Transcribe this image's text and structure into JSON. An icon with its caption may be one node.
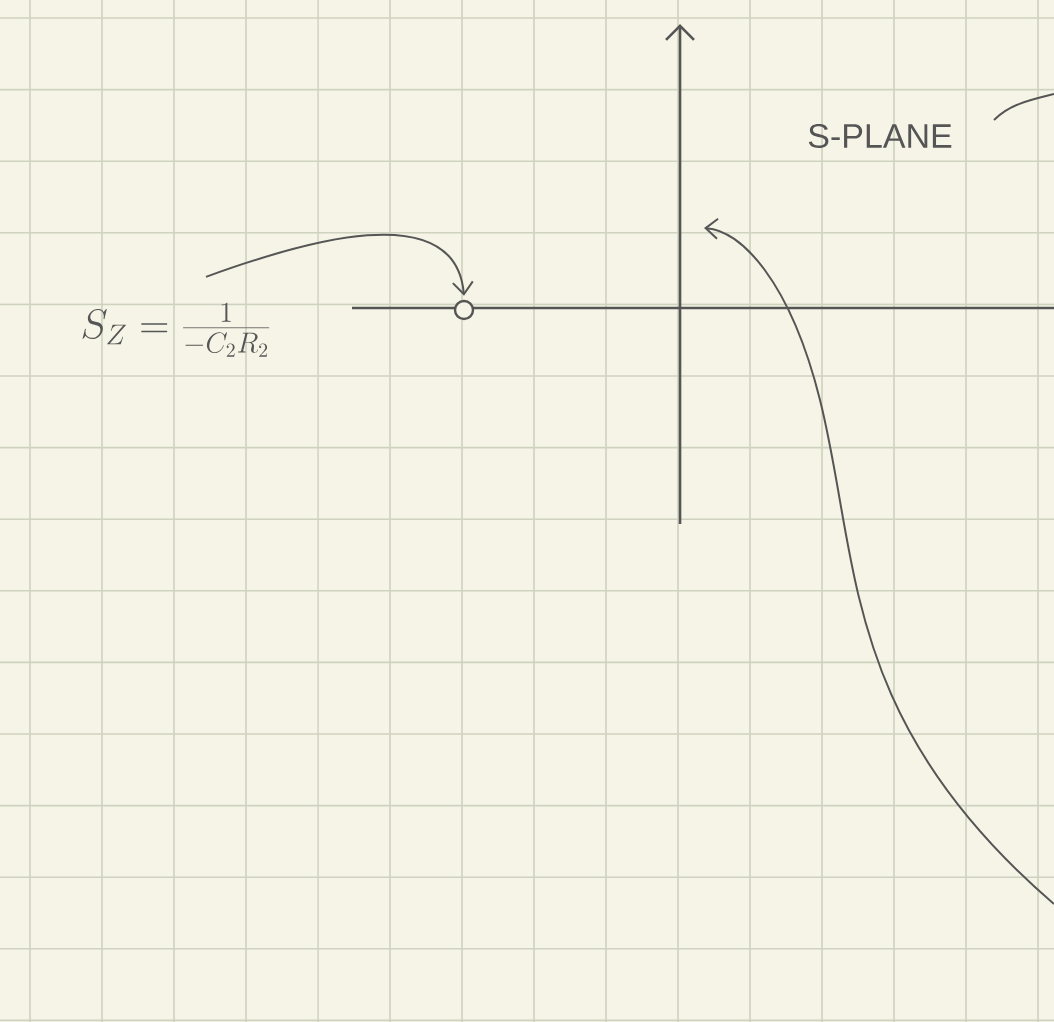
{
  "diagram": {
    "nodes": [
      {
        "text": [
          "S_Z = \\frac{1}{-C_2R_2}"
        ]
      },
      {
        "text": [],
        "shape": "circle"
      }
    ],
    "edges": [
      {
        "from": 0,
        "to": 1,
        "arrow": "to"
      }
    ],
    "labels": [
      "S-PLANE"
    ]
  }
}
